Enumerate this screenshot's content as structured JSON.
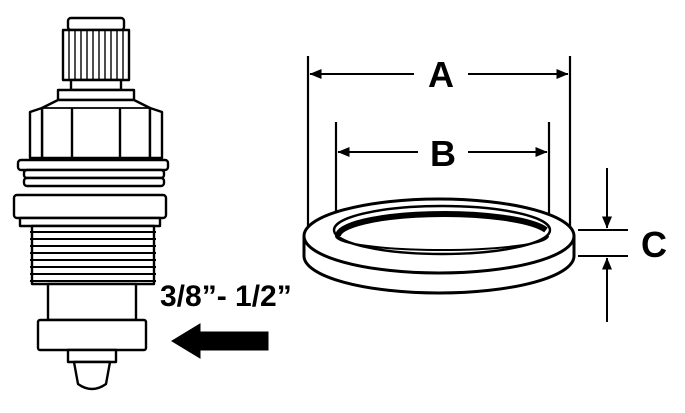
{
  "labels": {
    "dim_a": "A",
    "dim_b": "B",
    "dim_c": "C",
    "size_range": "3/8”- 1/2”"
  },
  "colors": {
    "ink": "#000000",
    "paper": "#ffffff"
  }
}
